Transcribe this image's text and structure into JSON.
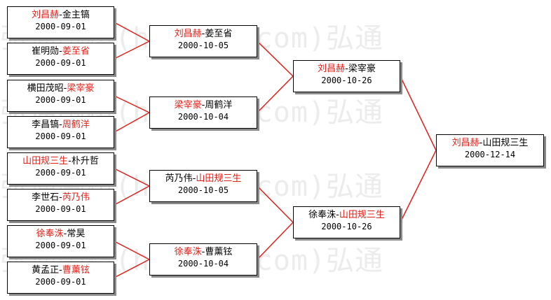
{
  "watermark": "弘通围棋(hoetom.com)弘通",
  "colors": {
    "winner": "#e0201a",
    "line": "#e0201a",
    "text": "#000000"
  },
  "matches": [
    {
      "id": "r1m1",
      "p1": "刘昌赫",
      "p2": "金主镐",
      "winner": 1,
      "date": "2000-09-01"
    },
    {
      "id": "r1m2",
      "p1": "崔明勋",
      "p2": "姜至省",
      "winner": 2,
      "date": "2000-09-01"
    },
    {
      "id": "r1m3",
      "p1": "横田茂昭",
      "p2": "梁宰豪",
      "winner": 2,
      "date": "2000-09-01"
    },
    {
      "id": "r1m4",
      "p1": "李昌镐",
      "p2": "周鹤洋",
      "winner": 2,
      "date": "2000-09-01"
    },
    {
      "id": "r1m5",
      "p1": "山田规三生",
      "p2": "朴升哲",
      "winner": 1,
      "date": "2000-09-01"
    },
    {
      "id": "r1m6",
      "p1": "李世石",
      "p2": "芮乃伟",
      "winner": 2,
      "date": "2000-09-01"
    },
    {
      "id": "r1m7",
      "p1": "徐奉洙",
      "p2": "常昊",
      "winner": 1,
      "date": "2000-09-01"
    },
    {
      "id": "r1m8",
      "p1": "黄孟正",
      "p2": "曹薰铉",
      "winner": 2,
      "date": "2000-09-01"
    },
    {
      "id": "r2m1",
      "p1": "刘昌赫",
      "p2": "姜至省",
      "winner": 1,
      "date": "2000-10-05"
    },
    {
      "id": "r2m2",
      "p1": "梁宰豪",
      "p2": "周鹤洋",
      "winner": 1,
      "date": "2000-10-04"
    },
    {
      "id": "r2m3",
      "p1": "芮乃伟",
      "p2": "山田规三生",
      "winner": 2,
      "date": "2000-10-05"
    },
    {
      "id": "r2m4",
      "p1": "徐奉洙",
      "p2": "曹薰铉",
      "winner": 1,
      "date": "2000-10-04"
    },
    {
      "id": "r3m1",
      "p1": "刘昌赫",
      "p2": "梁宰豪",
      "winner": 1,
      "date": "2000-10-26"
    },
    {
      "id": "r3m2",
      "p1": "徐奉洙",
      "p2": "山田规三生",
      "winner": 2,
      "date": "2000-10-26"
    },
    {
      "id": "final",
      "p1": "刘昌赫",
      "p2": "山田规三生",
      "winner": 1,
      "date": "2000-12-14"
    }
  ]
}
